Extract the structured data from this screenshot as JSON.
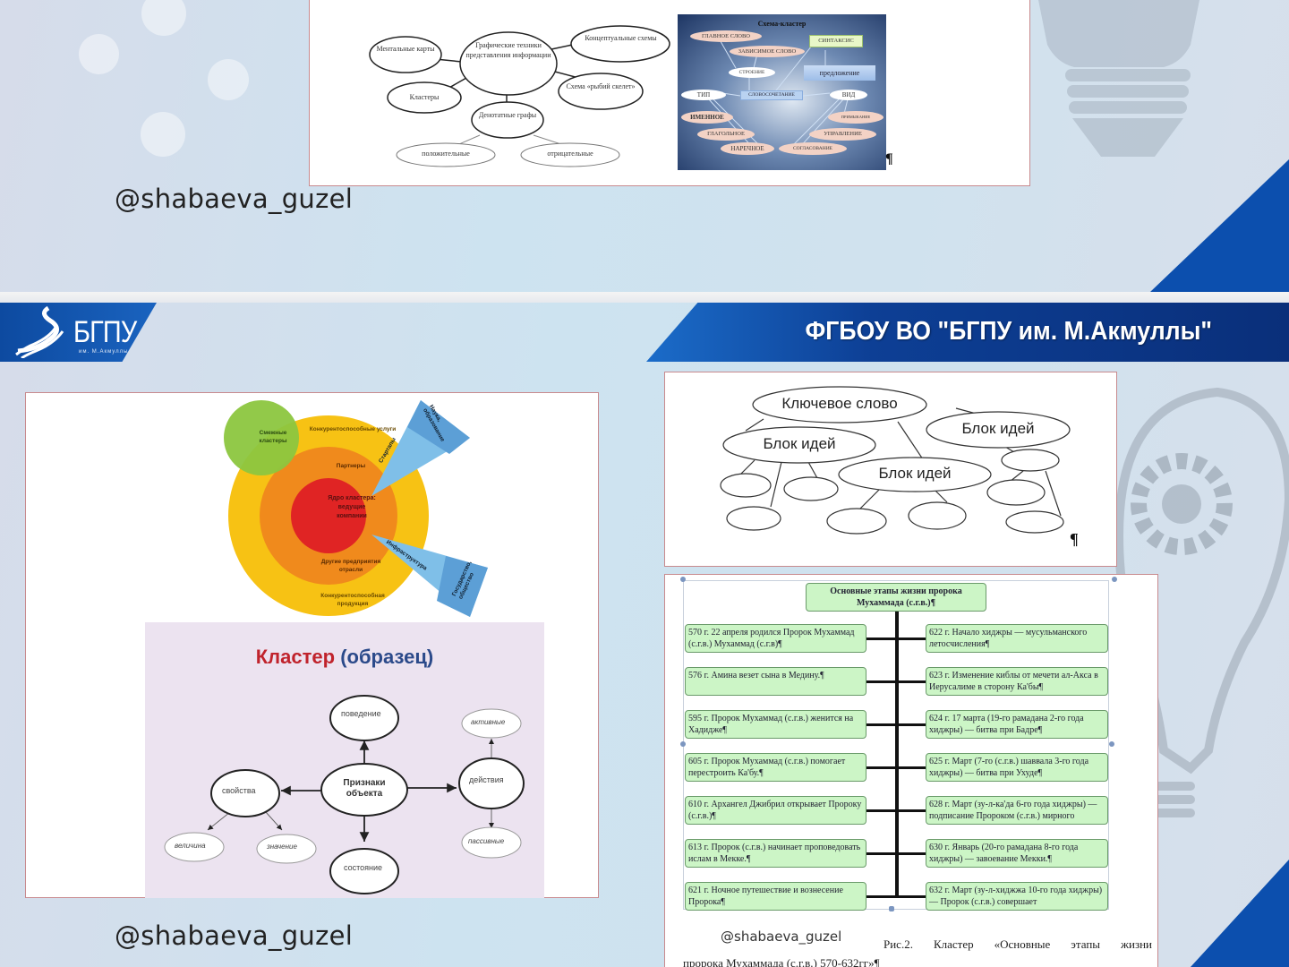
{
  "watermark": "@shabaeva_guzel",
  "header": {
    "logo_text": "БГПУ",
    "logo_subtext": "им. М.Акмуллы",
    "org_title": "ФГБОУ ВО \"БГПУ им. М.Акмуллы\""
  },
  "top_slide": {
    "diagram1": {
      "center": "Графические техники представления информации",
      "nodes": [
        "Ментальные карты",
        "Концептуальные схемы",
        "Кластеры",
        "Схема «рыбий скелет»",
        "Денотатные графы"
      ],
      "sub_nodes": [
        "положительные",
        "отрицательные"
      ]
    },
    "diagram2": {
      "title": "Схема-кластер",
      "items": {
        "main_word": "ГЛАВНОЕ СЛОВО",
        "dependent_word": "ЗАВИСИМОЕ СЛОВО",
        "syntax": "СИНТАКСИС",
        "structure": "СТРОЕНИЕ",
        "sentence": "предложение",
        "type": "ТИП",
        "phrase": "СЛОВОСОЧЕТАНИЕ",
        "kind": "ВИД",
        "nominal": "ИМЕННОЕ",
        "adjacency": "ПРИМЫКАНИЕ",
        "verbal": "ГЛАГОЛЬНОЕ",
        "government": "УПРАВЛЕНИЕ",
        "adverbial": "НАРЕЧНОЕ",
        "agreement": "СОГЛАСОВАНИЕ"
      },
      "pilcrow": "¶"
    }
  },
  "bottom_slide": {
    "radial": {
      "core": "Ядро кластера: ведущие компании",
      "ring2_top": "Партнеры",
      "ring2_bottom": "Другие предприятия отрасли",
      "ring3_top": "Конкурентоспособные услуги",
      "ring3_bottom": "Конкурентоспособная продукция",
      "green": "Смежные кластеры",
      "wedge1_inner": "Стартапы",
      "wedge1_outer": "Наука, образование",
      "wedge2_inner": "Инфраструктура",
      "wedge2_outer": "Государство, общество"
    },
    "sample": {
      "title_red": "Кластер",
      "title_blue": "(образец)",
      "center": "Признаки объекта",
      "nodes": {
        "behavior": "поведение",
        "properties": "свойства",
        "actions": "действия",
        "state": "состояние",
        "magnitude": "величина",
        "meaning": "значение",
        "active": "активные",
        "passive": "пассивные"
      }
    },
    "ideas": {
      "keyword": "Ключевое слово",
      "block": "Блок идей",
      "pilcrow": "¶"
    },
    "timeline": {
      "title": "Основные этапы жизни пророка Мухаммада (с.г.в.)¶",
      "left": [
        "570 г. 22 апреля родился Пророк Мухаммад (с.г.в.) Мухаммад (с.г.в)¶",
        "576 г. Амина везет сына в Медину.¶",
        "595 г. Пророк Мухаммад (с.г.в.) женится на Хадидже¶",
        "605 г. Пророк Мухаммад (с.г.в.) помогает перестроить Ка'бу.¶",
        "610 г. Архангел Джибрил открывает Пророку (с.г.в.)¶",
        "613 г. Пророк (с.г.в.) начинает проповедовать ислам в Мекке.¶",
        "621 г. Ночное путешествие и вознесение Пророка¶"
      ],
      "right": [
        "622 г. Начало хиджры — мусульманского летосчисления¶",
        "623 г. Изменение киблы от мечети ал-Акса в Иерусалиме в сторону Ка'бы¶",
        "624 г. 17 марта (19-го рамадана 2-го года хиджры) — битва при Бадре¶",
        "625 г. Март (7-го (с.г.в.) шаввала 3-го года хиджры) — битва при Ухуде¶",
        "628 г. Март (зу-л-ка'да 6-го года хиджры) — подписание Пророком (с.г.в.) мирного",
        "630 г. Январь (20-го рамадана 8-го года хиджры) — завоевание Мекки.¶",
        "632 г. Март (зу-л-хиджжа 10-го года хиджры) — Пророк (с.г.в.) совершает"
      ],
      "caption_line1": "Рис.2. Кластер «Основные этапы жизни",
      "caption_line2": "пророка Мухаммада (с.г.в.) 570-632гг»¶"
    }
  },
  "colors": {
    "header_blue": "#0d3f95",
    "frame_border": "#c88a8e",
    "timeline_green": "#ccf5c6",
    "sample_bg": "#ece3f0",
    "title_red": "#c0232c",
    "title_blue": "#2b4a8a"
  }
}
